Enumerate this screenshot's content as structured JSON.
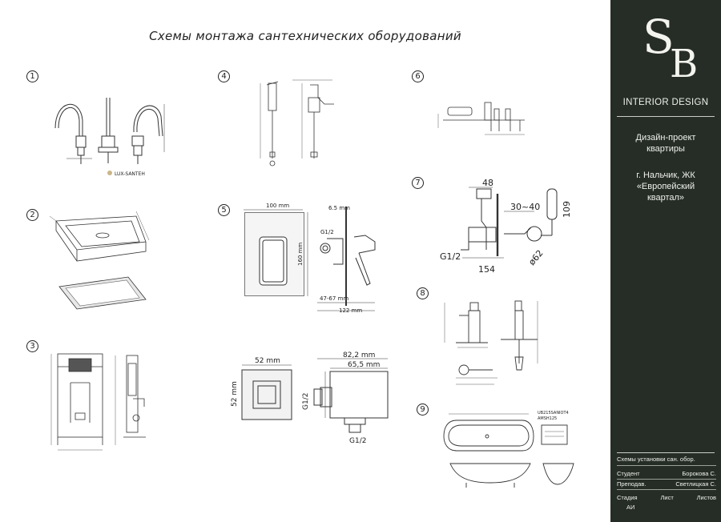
{
  "title": "Схемы монтажа сантехнических оборудований",
  "items": [
    {
      "n": "1"
    },
    {
      "n": "2"
    },
    {
      "n": "3"
    },
    {
      "n": "4"
    },
    {
      "n": "5"
    },
    {
      "n": "6"
    },
    {
      "n": "7"
    },
    {
      "n": "8"
    },
    {
      "n": "9"
    }
  ],
  "drawing_labels": {
    "brand_1": "LUX-SANTEH",
    "d5_width": "100 mm",
    "d5_height": "160 mm",
    "d5_depth": "6.5 mm",
    "d5_thread": "G1/2",
    "d5_range": "47-67 mm",
    "d5_total": "122 mm",
    "d5b_width": "52 mm",
    "d5b_height": "52 mm",
    "d5b_len1": "82,2 mm",
    "d5b_len2": "65,5 mm",
    "d5b_thread_v": "G1/2",
    "d5b_thread_h": "G1/2",
    "d7_48": "48",
    "d7_range": "30~40",
    "d7_109": "109",
    "d7_thread": "G1/2",
    "d7_154": "154",
    "d7_d62": "ø62",
    "d9_code1": "UB215SANIOT4",
    "d9_code2": "AMSH125"
  },
  "brand": {
    "s": "S",
    "b": "B"
  },
  "side": {
    "company": "INTERIOR DESIGN",
    "project": "Дизайн-проект квартиры",
    "location": "г. Нальчик, ЖК «Европейский квартал»"
  },
  "title_block": {
    "sheet_name": "Схемы установки сан. обор.",
    "student_label": "Студент",
    "student_name": "Борокова С.",
    "teacher_label": "Преподав.",
    "teacher_name": "Светлицкая С.",
    "stage_label": "Стадия",
    "sheet_label": "Лист",
    "sheets_label": "Листов",
    "stage_value": "АИ"
  },
  "colors": {
    "sidebar": "#262d27",
    "ink": "#222222",
    "frame": "#f2f2f2"
  }
}
